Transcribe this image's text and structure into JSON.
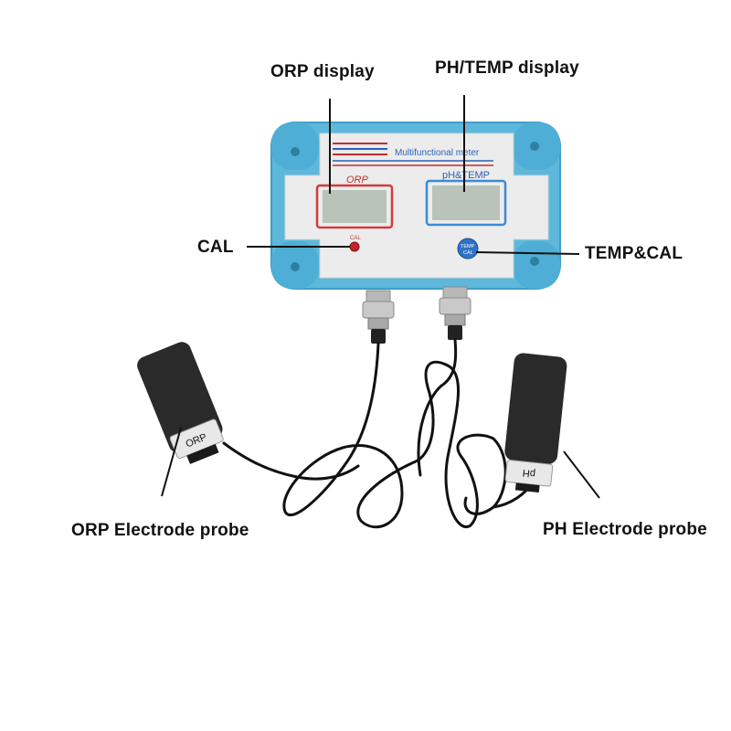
{
  "callouts": {
    "orp_display": "ORP display",
    "ph_temp_display": "PH/TEMP display",
    "cal": "CAL",
    "temp_cal": "TEMP&CAL",
    "orp_probe": "ORP Electrode probe",
    "ph_probe": "PH Electrode probe"
  },
  "device": {
    "brand_text": "Multifunctional meter",
    "orp_label": "ORP",
    "ph_temp_label": "pH&TEMP",
    "cal_button_label": "CAL",
    "temp_button_label_top": "TEMP",
    "temp_button_label_bottom": "CAL",
    "orp_probe_cap": "ORP",
    "ph_probe_cap": "pH"
  },
  "colors": {
    "housing_blue": "#5db8dc",
    "panel": "#ececec",
    "orp_frame_red": "#d63a3a",
    "ph_frame_blue": "#3a8ad6",
    "lcd": "#b9c3ba",
    "cable": "#111111"
  }
}
